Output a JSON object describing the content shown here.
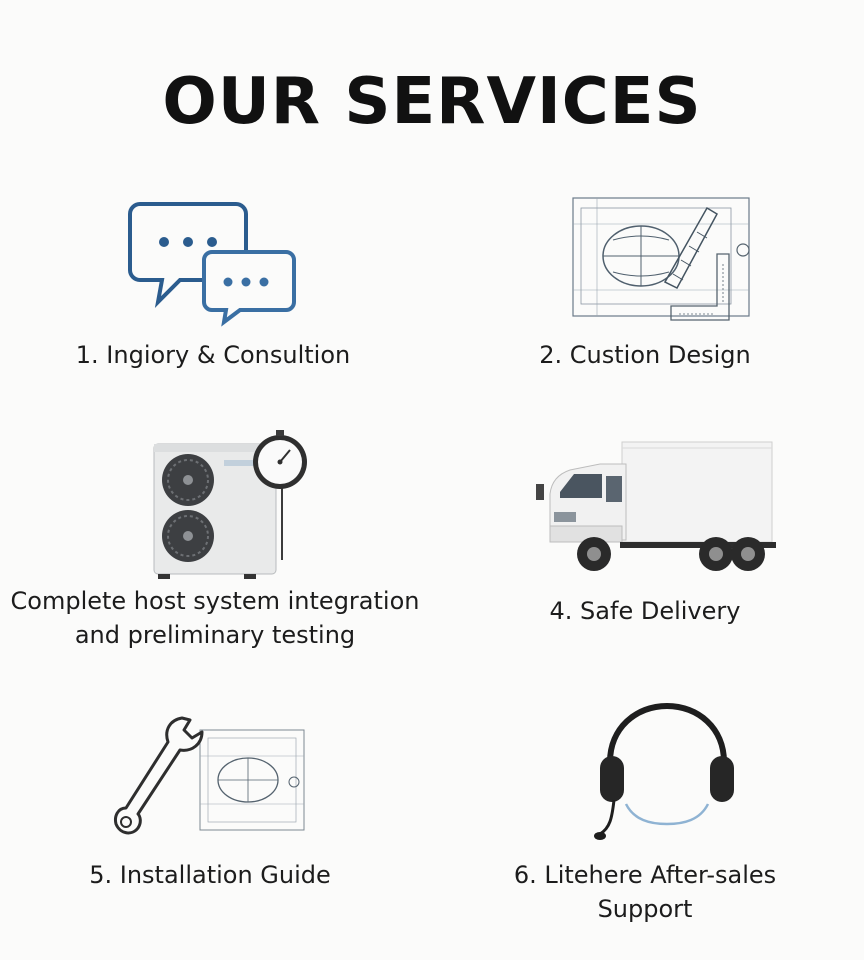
{
  "title": "OUR SERVICES",
  "services": [
    {
      "lines": [
        "1. Ingiory & Consultion"
      ],
      "icon": "chat-bubbles-icon"
    },
    {
      "lines": [
        "2. Custion Design"
      ],
      "icon": "blueprint-drawing-icon"
    },
    {
      "lines": [
        "Complete host system integration",
        "and preliminary testing"
      ],
      "icon": "heat-pump-gauge-icon"
    },
    {
      "lines": [
        "4. Safe Delivery"
      ],
      "icon": "delivery-truck-icon"
    },
    {
      "lines": [
        "5. Installation Guide"
      ],
      "icon": "wrench-blueprint-icon"
    },
    {
      "lines": [
        "6. Litehere After-sales",
        "Support"
      ],
      "icon": "headset-icon"
    }
  ],
  "colors": {
    "chat_blue": "#2b5c8e",
    "chat_light": "#6a94c0",
    "truck_cab": "#f2f2f2",
    "text": "#1c1c1c"
  }
}
